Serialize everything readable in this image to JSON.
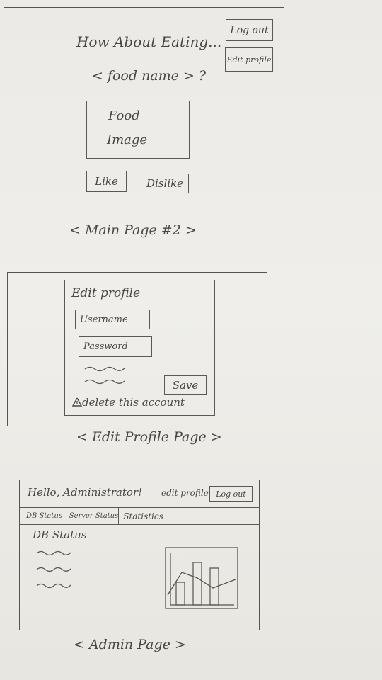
{
  "main_page": {
    "headline": "How About Eating...",
    "food_name": "< food name > ?",
    "food_image_line1": "Food",
    "food_image_line2": "Image",
    "like_label": "Like",
    "dislike_label": "Dislike",
    "logout_label": "Log out",
    "edit_profile_label": "Edit profile",
    "caption": "< Main Page #2 >"
  },
  "edit_profile_page": {
    "title": "Edit profile",
    "username_placeholder": "Username",
    "password_placeholder": "Password",
    "save_label": "Save",
    "delete_label": "delete this account",
    "warning_icon": "warning-triangle-icon",
    "caption": "< Edit Profile Page >"
  },
  "admin_page": {
    "greeting": "Hello, Administrator!",
    "edit_profile_label": "edit profile",
    "logout_label": "Log out",
    "tabs": [
      {
        "label": "DB Status"
      },
      {
        "label": "Server Status"
      },
      {
        "label": "Statistics"
      }
    ],
    "section_title": "DB Status",
    "caption": "< Admin Page >"
  },
  "colors": {
    "paper": "#ecebe7",
    "pencil": "#4a4743"
  }
}
